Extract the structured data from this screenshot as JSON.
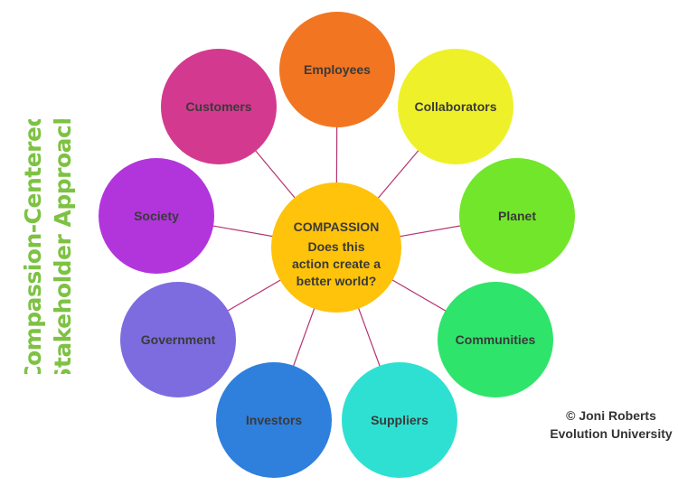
{
  "title": {
    "line1": "Compassion-Centered",
    "line2": "Stakeholder Approach",
    "color": "#7dc242"
  },
  "center": {
    "heading": "COMPASSION",
    "question": [
      "Does this",
      "action create a",
      "better world?"
    ],
    "color": "#fec30a"
  },
  "connector_color": "#b4336f",
  "stakeholders": [
    {
      "label": "Employees",
      "color": "#f27521"
    },
    {
      "label": "Collaborators",
      "color": "#eef12a"
    },
    {
      "label": "Planet",
      "color": "#72e62b"
    },
    {
      "label": "Communities",
      "color": "#2fe46b"
    },
    {
      "label": "Suppliers",
      "color": "#2ee0d2"
    },
    {
      "label": "Investors",
      "color": "#2f7fdd"
    },
    {
      "label": "Government",
      "color": "#7d6ce0"
    },
    {
      "label": "Society",
      "color": "#b235dc"
    },
    {
      "label": "Customers",
      "color": "#d33a8f"
    }
  ],
  "credit": {
    "line1": "© Joni Roberts",
    "line2": "Evolution University"
  }
}
